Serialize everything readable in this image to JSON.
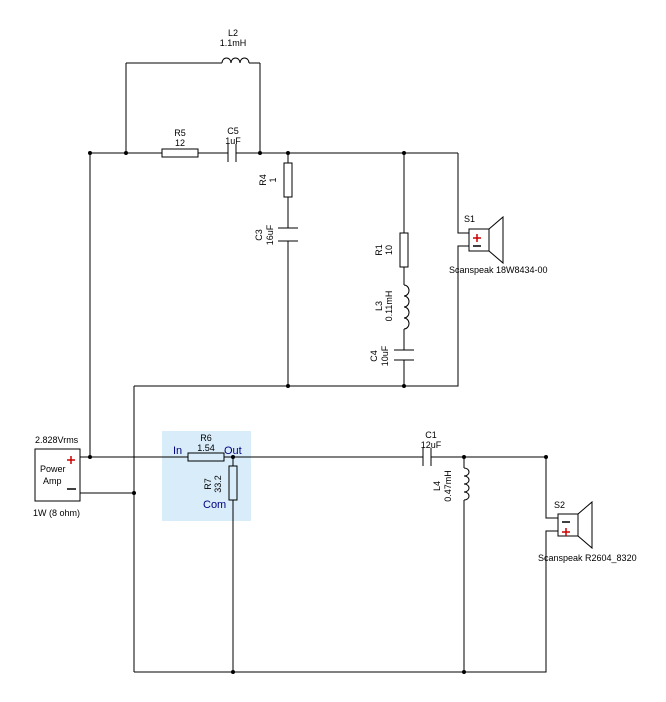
{
  "components": {
    "L2": {
      "ref": "L2",
      "value": "1.1mH"
    },
    "R5": {
      "ref": "R5",
      "value": "12"
    },
    "C5": {
      "ref": "C5",
      "value": "1uF"
    },
    "R4": {
      "ref": "R4",
      "value": "1"
    },
    "C3": {
      "ref": "C3",
      "value": "16uF"
    },
    "R1": {
      "ref": "R1",
      "value": "10"
    },
    "L3": {
      "ref": "L3",
      "value": "0.11mH"
    },
    "C4": {
      "ref": "C4",
      "value": "10uF"
    },
    "S1": {
      "ref": "S1",
      "model": "Scanspeak 18W8434-00"
    },
    "R6": {
      "ref": "R6",
      "value": "1.54"
    },
    "R7": {
      "ref": "R7",
      "value": "33.2"
    },
    "C1": {
      "ref": "C1",
      "value": "12uF"
    },
    "L4": {
      "ref": "L4",
      "value": "0.47mH"
    },
    "S2": {
      "ref": "S2",
      "model": "Scanspeak R2604_8320"
    }
  },
  "amp": {
    "voltage": "2.828Vrms",
    "label_line1": "Power",
    "label_line2": "Amp",
    "power": "1W (8 ohm)",
    "plus": "+",
    "minus": "–"
  },
  "attenuator": {
    "in_label": "In",
    "out_label": "Out",
    "com_label": "Com"
  },
  "colors": {
    "wire": "#000000",
    "polarity": "#cc0000",
    "pin_label": "#000080",
    "highlight": "#d8ecfa"
  }
}
